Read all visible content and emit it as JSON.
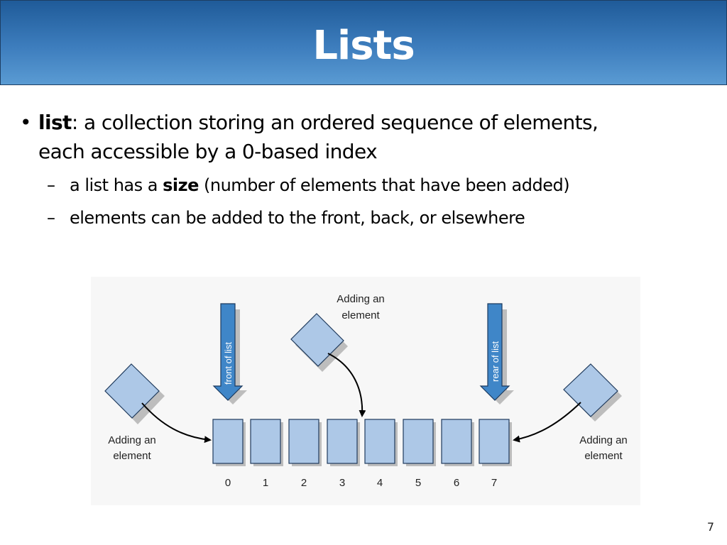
{
  "slide": {
    "title": "Lists",
    "page_number": "7"
  },
  "bullets": {
    "main": {
      "term": "list",
      "text_line1": ": a collection storing an ordered sequence of elements,",
      "text_line2": "each accessible by a 0-based index"
    },
    "sub1": {
      "prefix": "a list has a ",
      "term": "size",
      "suffix": " (number of elements that have been added)"
    },
    "sub2": {
      "text": "elements can be added to the front, back, or elsewhere"
    }
  },
  "figure": {
    "indices": [
      "0",
      "1",
      "2",
      "3",
      "4",
      "5",
      "6",
      "7"
    ],
    "front_label": "front of list",
    "rear_label": "rear of list",
    "adding_line1": "Adding an",
    "adding_line2": "element",
    "colors": {
      "cell_fill": "#adc8e7",
      "cell_stroke": "#1f3a5c",
      "arrow_fill": "#3f86c8",
      "arrow_stroke": "#1c3a5e",
      "shadow": "#bdbdbd"
    }
  }
}
